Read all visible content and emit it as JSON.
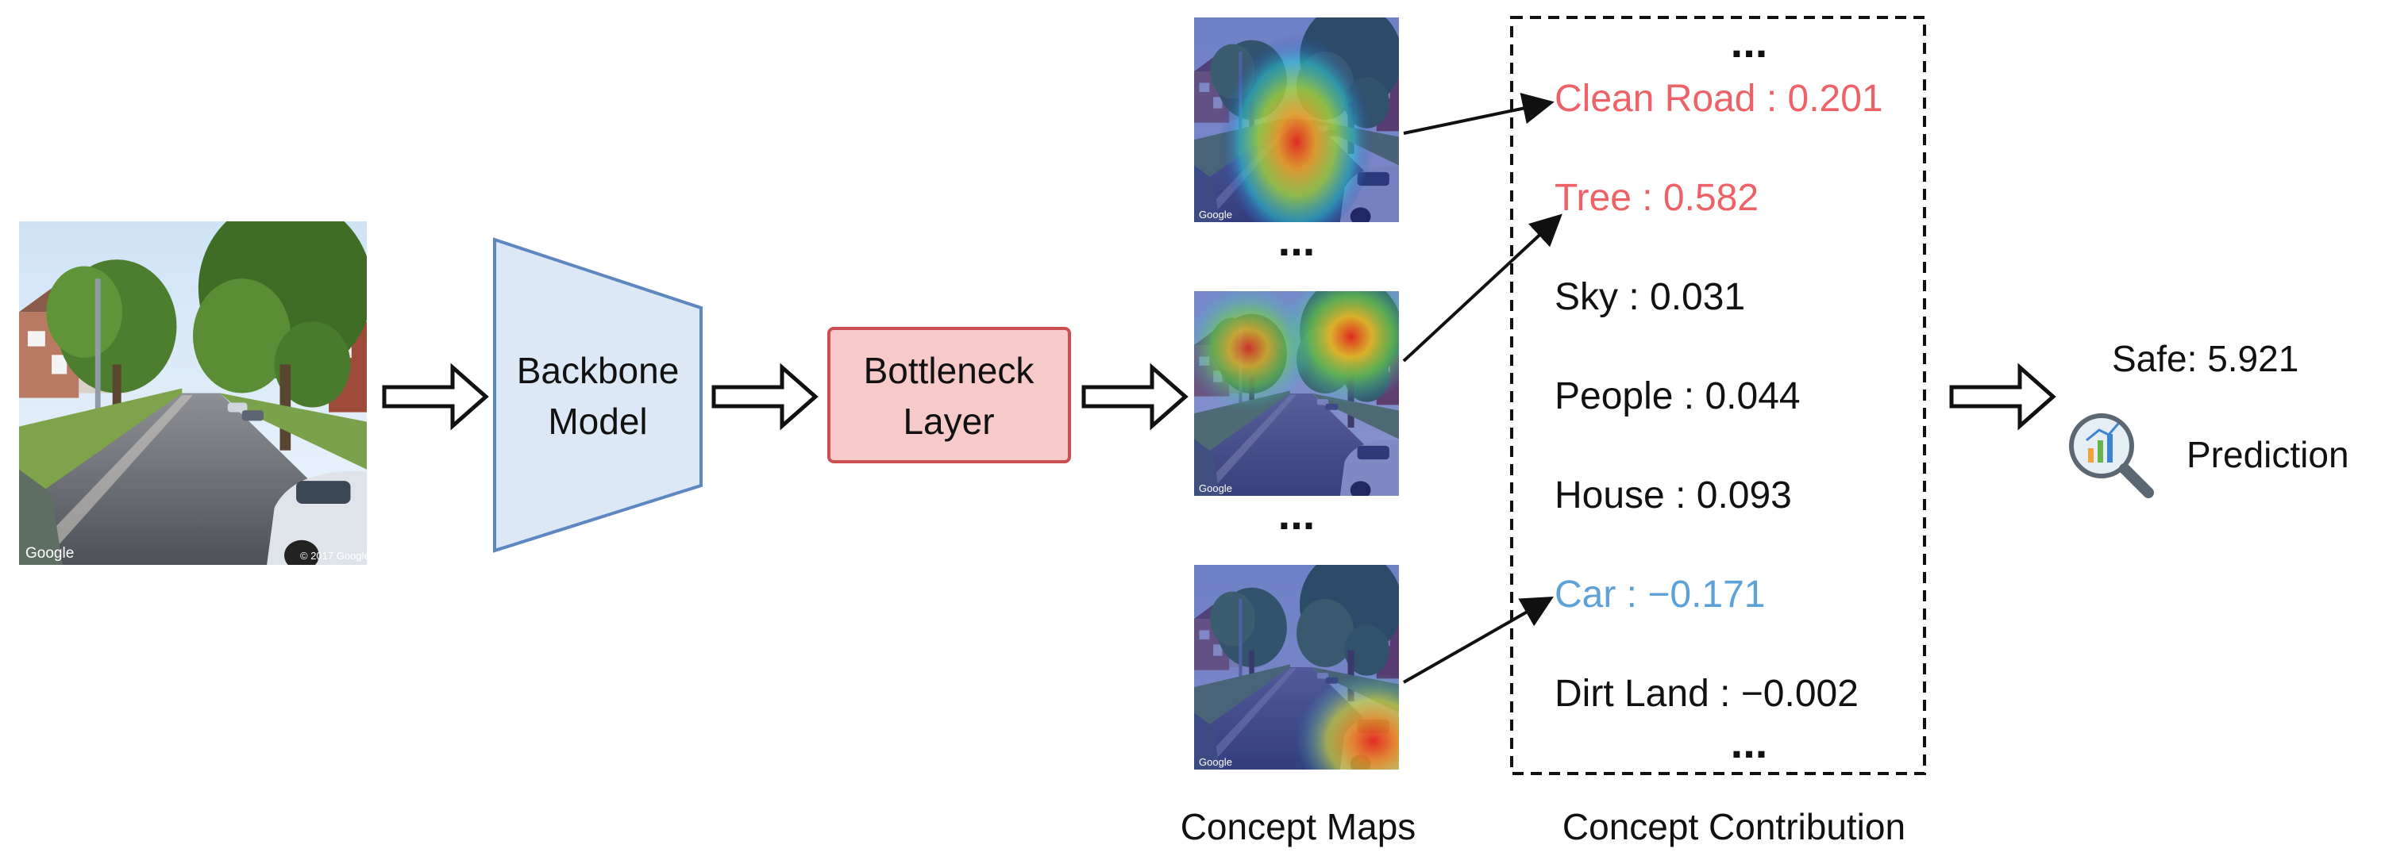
{
  "colors": {
    "positive": "#EE6167",
    "negative": "#5DA1D9",
    "neutral": "#111111",
    "backbone_fill": "#DCE8F6",
    "backbone_stroke": "#5C87C3",
    "bottleneck_fill": "#F7CACA",
    "bottleneck_stroke": "#CC4F53"
  },
  "input_image": {
    "watermark_left": "Google",
    "watermark_right": "© 2017 Google"
  },
  "concept_maps": {
    "label": "Concept Maps",
    "ellipsis": "...",
    "tile_credit": "Google"
  },
  "backbone": {
    "line1": "Backbone",
    "line2": "Model"
  },
  "bottleneck": {
    "line1": "Bottleneck",
    "line2": "Layer"
  },
  "contribution": {
    "label": "Concept Contribution",
    "ellipsis_top": "...",
    "ellipsis_bottom": "...",
    "items": [
      {
        "text": "Clean Road : 0.201",
        "color": "#EE6167"
      },
      {
        "text": "Tree : 0.582",
        "color": "#EE6167"
      },
      {
        "text": "Sky : 0.031",
        "color": "#111111"
      },
      {
        "text": "People : 0.044",
        "color": "#111111"
      },
      {
        "text": "House : 0.093",
        "color": "#111111"
      },
      {
        "text": "Car : −0.171",
        "color": "#5DA1D9"
      },
      {
        "text": "Dirt Land : −0.002",
        "color": "#111111"
      }
    ]
  },
  "prediction": {
    "safe_text": "Safe: 5.921",
    "label": "Prediction",
    "icon": "magnifier-chart-icon"
  }
}
